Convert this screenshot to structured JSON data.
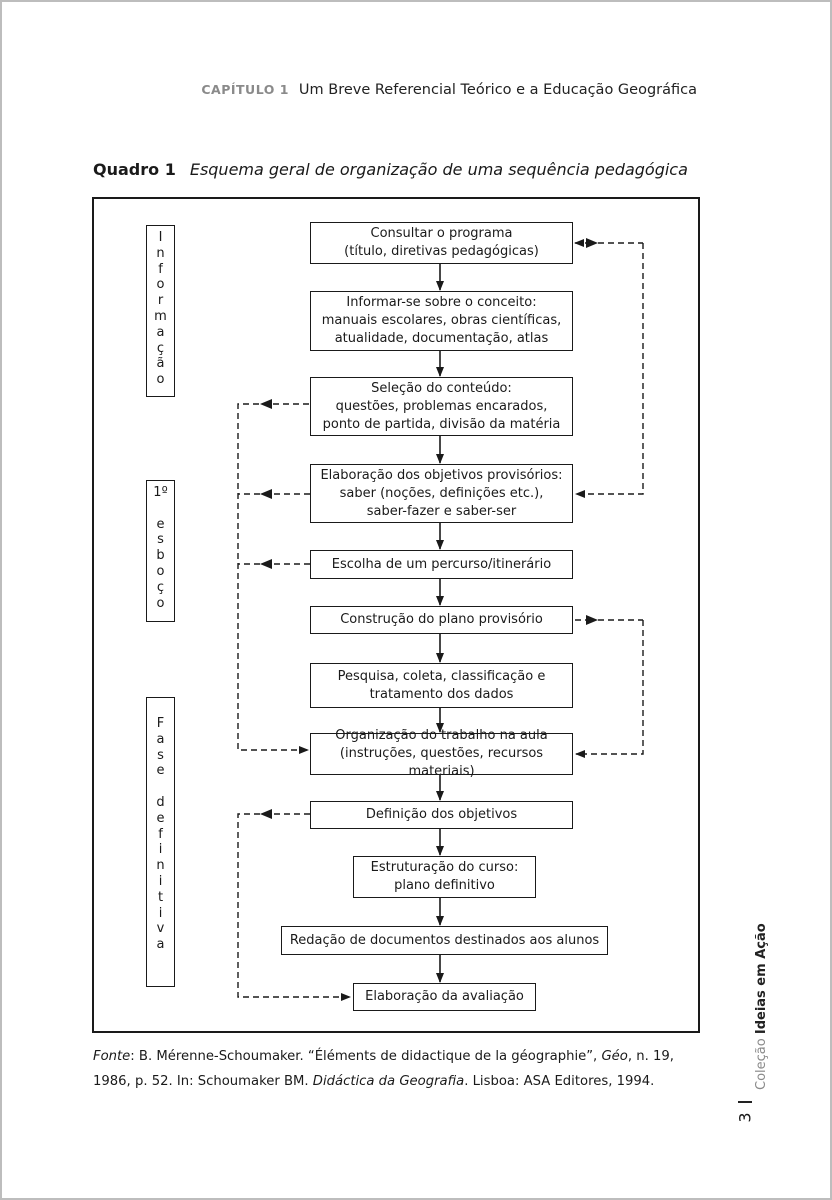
{
  "header": {
    "chapter": "CAPÍTULO 1",
    "title": "Um Breve Referencial Teórico e a Educação Geográfica"
  },
  "caption": {
    "label": "Quadro 1",
    "title": "Esquema geral de organização de uma sequência pedagógica"
  },
  "diagram": {
    "phases": [
      {
        "id": "informacao",
        "letters": [
          "I",
          "n",
          "f",
          "o",
          "r",
          "m",
          "a",
          "ç",
          "ã",
          "o"
        ]
      },
      {
        "id": "primeiro-esboco",
        "letters": [
          "1º",
          "",
          "e",
          "s",
          "b",
          "o",
          "ç",
          "o"
        ]
      },
      {
        "id": "fase-definitiva",
        "letters": [
          "F",
          "a",
          "s",
          "e",
          "",
          "d",
          "e",
          "f",
          "i",
          "n",
          "i",
          "t",
          "i",
          "v",
          "a"
        ]
      }
    ],
    "steps": [
      "Consultar o programa\n(título, diretivas pedagógicas)",
      "Informar-se sobre o conceito:\nmanuais escolares, obras científicas,\natualidade, documentação, atlas",
      "Seleção do conteúdo:\nquestões, problemas encarados,\nponto de partida, divisão da matéria",
      "Elaboração dos objetivos provisórios:\nsaber (noções, definições etc.),\nsaber-fazer e saber-ser",
      "Escolha de um percurso/itinerário",
      "Construção do plano provisório",
      "Pesquisa, coleta, classificação e\ntratamento dos dados",
      "Organização do trabalho na aula\n(instruções, questões, recursos materiais)",
      "Definição dos objetivos",
      "Estruturação do curso:\nplano definitivo",
      "Redação de documentos destinados aos alunos",
      "Elaboração da avaliação"
    ]
  },
  "source": {
    "fonte_label": "Fonte",
    "part1": ": B. Mérenne-Schoumaker. “Éléments de didactique de la géographie”, ",
    "journal": "Géo",
    "part2": ", n. 19, 1986, p. 52. In: Schoumaker BM. ",
    "book": "Didáctica da Geografia",
    "part3": ". Lisboa: ASA Editores, 1994."
  },
  "sidebar": {
    "collection_label": "Coleção",
    "collection_name": "Ideias em Ação",
    "page_number": "3"
  }
}
